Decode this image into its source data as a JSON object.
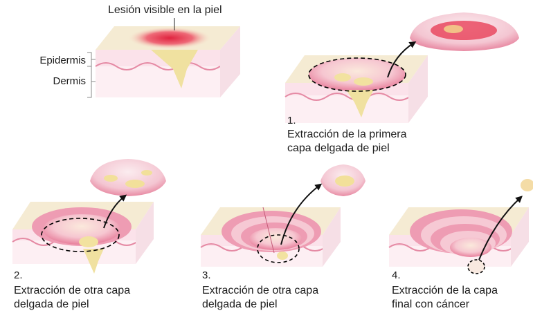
{
  "top_label": "Lesión visible en la piel",
  "layers": {
    "epidermis": "Epidermis",
    "dermis": "Dermis"
  },
  "steps": [
    {
      "number": "1.",
      "line1": "Extracción de la primera",
      "line2": "capa delgada de piel"
    },
    {
      "number": "2.",
      "line1": "Extracción de otra capa",
      "line2": "delgada de piel"
    },
    {
      "number": "3.",
      "line1": "Extracción de otra capa",
      "line2": "delgada de piel"
    },
    {
      "number": "4.",
      "line1": "Extracción de la capa",
      "line2": "final con cáncer"
    }
  ],
  "colors": {
    "skin_top": "#f4ead0",
    "epidermis": "#fbe3ea",
    "dermis": "#fdf0f3",
    "lesion": "#e8334f",
    "tumor": "#f2e3a6",
    "wound": "#f2a9bd",
    "outline": "#000000"
  }
}
